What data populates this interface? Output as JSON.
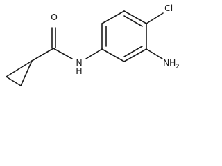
{
  "molecule": {
    "atom_labels": {
      "oxygen": "O",
      "amide_nitrogen": "N",
      "amide_hydrogen": "H",
      "amino_nitrogen": "N",
      "amino_hydrogen": "H",
      "amino_hydrogen_count": "2",
      "chlorine": "Cl"
    }
  }
}
